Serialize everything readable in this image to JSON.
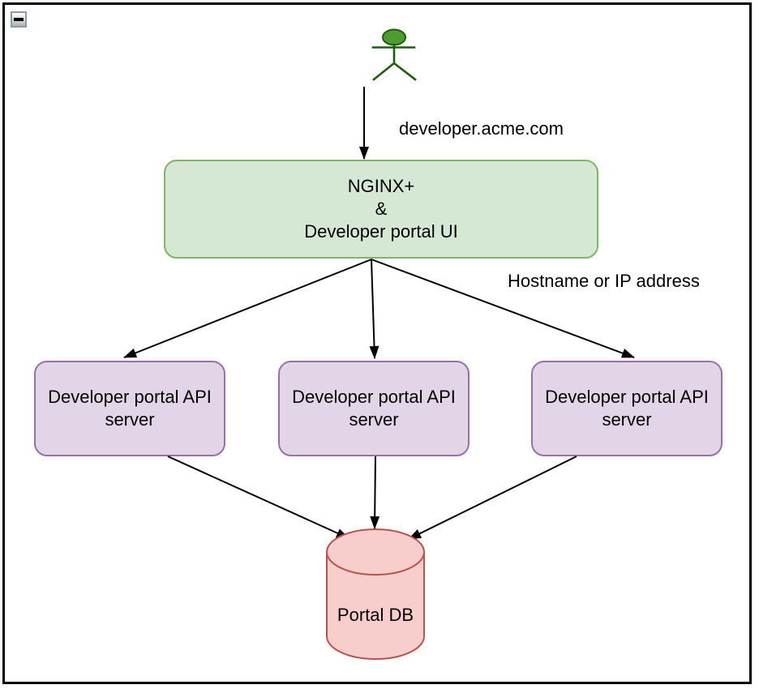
{
  "colors": {
    "green_fill": "#d5e8d4",
    "green_stroke": "#82b366",
    "purple_fill": "#e1d5e7",
    "purple_stroke": "#9673a6",
    "db_fill": "#f8cecc",
    "db_stroke": "#b85450",
    "actor_fill": "#4e9b2e",
    "actor_stroke": "#1f5c10",
    "arrow": "#000000"
  },
  "icons": {
    "collapse": "minus-in-square",
    "user": "stick-figure-actor"
  },
  "diagram": {
    "labels": {
      "domain": "developer.acme.com",
      "hostname": "Hostname or IP address"
    },
    "nodes": {
      "nginx": {
        "lines": [
          "NGINX+",
          "&",
          "Developer portal UI"
        ]
      },
      "api_servers": [
        {
          "label": "Developer portal API server"
        },
        {
          "label": "Developer portal API server"
        },
        {
          "label": "Developer portal API server"
        }
      ],
      "db": {
        "label": "Portal DB"
      }
    },
    "edges": [
      {
        "from": "user-actor",
        "to": "nginx"
      },
      {
        "from": "nginx",
        "to": "api-server-1"
      },
      {
        "from": "nginx",
        "to": "api-server-2"
      },
      {
        "from": "nginx",
        "to": "api-server-3"
      },
      {
        "from": "api-server-1",
        "to": "portal-db"
      },
      {
        "from": "api-server-2",
        "to": "portal-db"
      },
      {
        "from": "api-server-3",
        "to": "portal-db"
      }
    ]
  }
}
